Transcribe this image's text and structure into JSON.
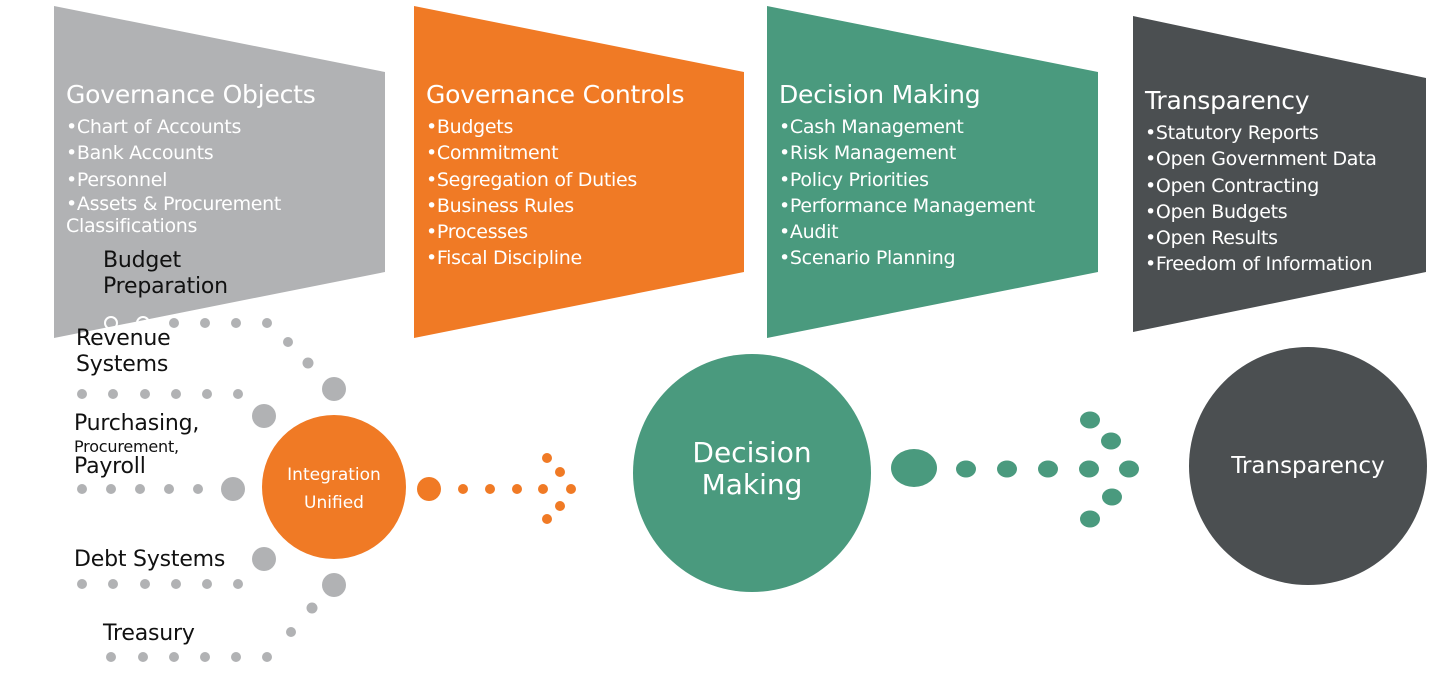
{
  "panels": [
    {
      "title": "Governance Objects",
      "items": [
        "Chart of Accounts",
        "Bank Accounts",
        "Personnel",
        "Assets & Procurement Classifications"
      ],
      "color": "#b1b2b4"
    },
    {
      "title": "Governance Controls",
      "items": [
        "Budgets",
        "Commitment",
        "Segregation of Duties",
        "Business Rules",
        "Processes",
        "Fiscal Discipline"
      ],
      "color": "#f07a25"
    },
    {
      "title": "Decision Making",
      "items": [
        "Cash Management",
        "Risk Management",
        "Policy Priorities",
        "Performance Management",
        "Audit",
        "Scenario Planning"
      ],
      "color": "#4a9a7e"
    },
    {
      "title": "Transparency",
      "items": [
        "Statutory Reports",
        "Open Government Data",
        "Open Contracting",
        "Open Budgets",
        "Open Results",
        "Freedom of Information"
      ],
      "color": "#4b4f51"
    }
  ],
  "sources": {
    "budget": "Budget Preparation",
    "revenue": "Revenue Systems",
    "purchasing_1": "Purchasing,",
    "purchasing_2": "Procurement,",
    "purchasing_3": "Payroll",
    "debt": "Debt Systems",
    "treasury": "Treasury"
  },
  "circles": {
    "integration_line1": "Integration",
    "integration_line2": "Unified",
    "decision_line1": "Decision",
    "decision_line2": "Making",
    "transparency": "Transparency"
  },
  "colors": {
    "gray_panel": "#b1b2b4",
    "orange": "#f07a25",
    "green": "#4a9a7e",
    "dark": "#4b4f51",
    "dots_gray": "#b1b2b4"
  }
}
